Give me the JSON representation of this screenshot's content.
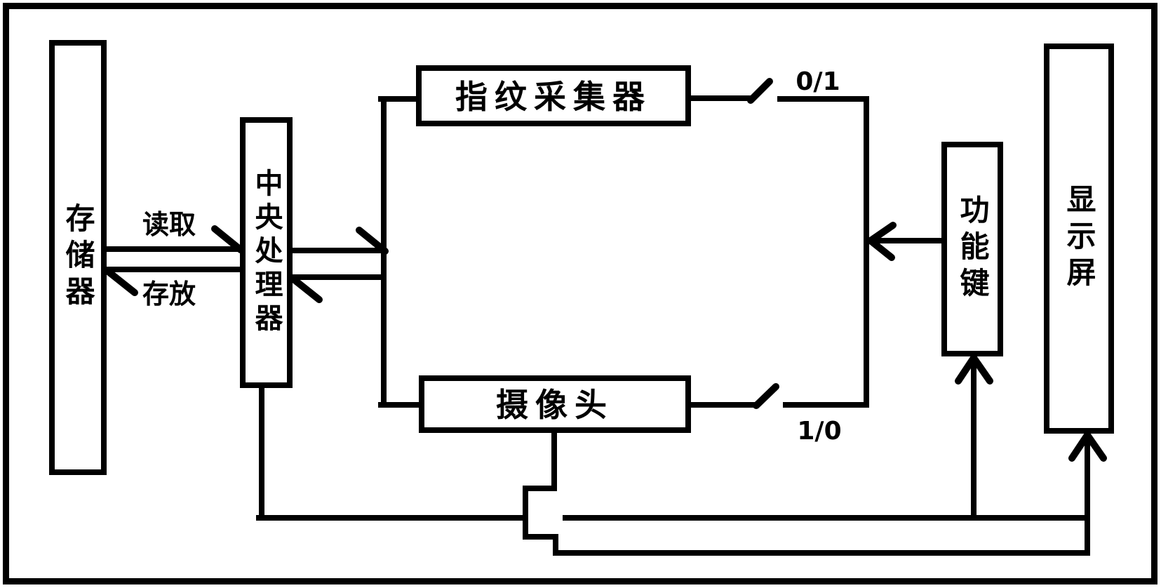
{
  "diagram": {
    "background_color": "#ffffff",
    "line_color": "#000000",
    "blocks": {
      "memory": "存储器",
      "cpu": "中央处理器",
      "fingerprint_collector": "指纹采集器",
      "camera": "摄像头",
      "function_key": "功能键",
      "display_screen": "显示屏"
    },
    "labels": {
      "read": "读取",
      "store": "存放",
      "fingerprint_switch_state": "0/1",
      "camera_switch_state": "1/0"
    },
    "connections": [
      {
        "from": "memory",
        "to": "cpu",
        "label": "读取",
        "style": "arrow-right"
      },
      {
        "from": "cpu",
        "to": "memory",
        "label": "存放",
        "style": "arrow-left"
      },
      {
        "from": "cpu",
        "to": "fingerprint_collector",
        "style": "arrow-right-branch"
      },
      {
        "from": "cpu",
        "to": "camera",
        "style": "branch"
      },
      {
        "from": "fingerprint_collector",
        "to": "bus",
        "style": "switch",
        "label": "0/1"
      },
      {
        "from": "camera",
        "to": "bus",
        "style": "switch",
        "label": "1/0"
      },
      {
        "from": "function_key",
        "to": "bus",
        "style": "arrow-left"
      },
      {
        "from": "cpu",
        "to": "function_key",
        "style": "arrow-up"
      },
      {
        "from": "camera",
        "to": "display_screen",
        "style": "arrow-up"
      }
    ]
  }
}
